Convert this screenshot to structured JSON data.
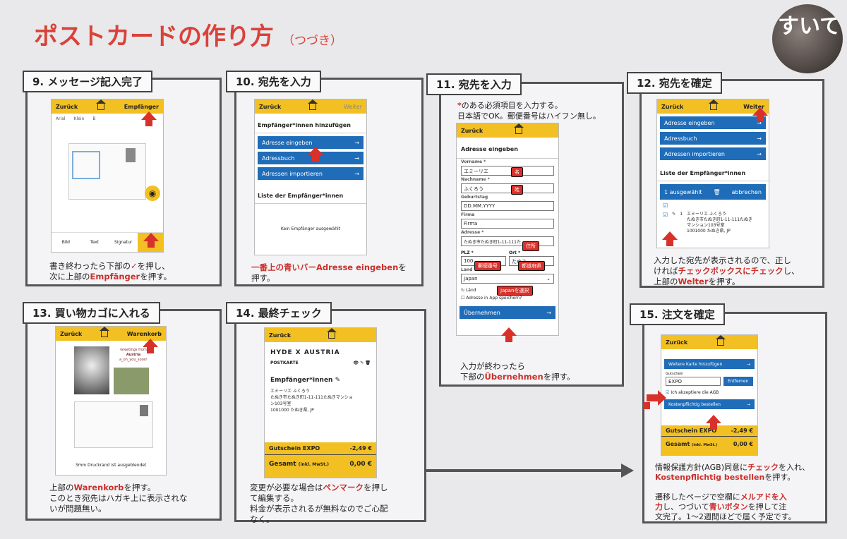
{
  "header": {
    "title": "ポストカードの作り方",
    "subtitle": "（つづき）",
    "logo": "すいてつ"
  },
  "common": {
    "back": "Zurück",
    "weiter": "Weiter",
    "recipient": "Empfänger",
    "cart": "Warenkorb"
  },
  "step9": {
    "tab": "9. メッセージ記入完了",
    "font": "Arial",
    "size": "Klein",
    "tools": [
      "Bild",
      "Text",
      "Signatur"
    ],
    "desc1": "書き終わったら下部の",
    "check": "✓",
    "desc2": "を押し、",
    "desc3": "次に上部の",
    "desc4": "を押す。"
  },
  "step10": {
    "tab": "10. 宛先を入力",
    "heading": "Empfänger*innen hinzufügen",
    "buttons": [
      "Adresse eingeben",
      "Adressbuch",
      "Adressen importieren"
    ],
    "list": "Liste der Empfänger*innen",
    "empty": "Kein Empfänger ausgewählt",
    "desc1": "一番上の青いバーAdresse eingeben",
    "desc2": "を",
    "desc3": "押す。"
  },
  "step11": {
    "tab": "11. 宛先を入力",
    "note1": "*",
    "note2": "のある必須項目を入力する。",
    "note3": "日本語でOK。郵便番号はハイフン無し。",
    "heading": "Adresse eingeben",
    "fields": [
      {
        "label": "Vorname *",
        "value": "エミーリエ",
        "tag": "名"
      },
      {
        "label": "Nachname *",
        "value": "ふくろう",
        "tag": "姓"
      },
      {
        "label": "Geburtstag",
        "value": "DD.MM.YYYY"
      },
      {
        "label": "Firma",
        "value": "Firma"
      },
      {
        "label": "Adresse *",
        "value": "たぬき市たぬき町1-11-111た",
        "tag": "住所"
      }
    ],
    "plz_label": "PLZ *",
    "plz": "100",
    "plz_tag": "郵便番号",
    "ort_label": "Ort *",
    "ort": "たぬき",
    "ort_tag": "都道府県",
    "land_label": "Land *",
    "land": "Japan",
    "land_tag": "Japanを選択",
    "laender": "Länd",
    "save": "Adresse in App speichern?",
    "submit": "Übernehmen",
    "desc1": "入力が終わったら",
    "desc2": "下部の",
    "desc3": "Übernehmen",
    "desc4": "を押す。"
  },
  "step12": {
    "tab": "12. 宛先を確定",
    "buttons": [
      "Adresse eingeben",
      "Adressbuch",
      "Adressen importieren"
    ],
    "list": "Liste der Empfänger*innen",
    "selected": "1 ausgewählt",
    "cancel": "abbrechen",
    "addr": [
      "エミーリエ ふくろう",
      "たぬき市たぬき町1-11-111たぬき",
      "マンション103号室",
      "1001000 たぬき県, JP"
    ],
    "num": "1",
    "desc1": "入力した宛先が表示されるので、正し",
    "desc2": "ければ",
    "desc3": "チェックボックスにチェック",
    "desc4": "し、",
    "desc5": "上部の",
    "desc6": "Welter",
    "desc7": "を押す。"
  },
  "step13": {
    "tab": "13. 買い物カゴに入れる",
    "card_text": [
      "Greetings from",
      "Austria",
      "a_on_you_soon!"
    ],
    "note": "3mm Druckrand ist ausgeblendet",
    "desc1": "上部の",
    "desc2": "を押す。",
    "desc3": "このとき宛先はハガキ上に表示されな",
    "desc4": "いが問題無い。"
  },
  "step14": {
    "tab": "14. 最終チェック",
    "product": "HYDE X AUSTRIA",
    "type": "POSTKARTE",
    "recipients": "Empfänger*innen",
    "addr": [
      "エミーリエ ふくろう",
      "たぬき市たぬき町1-11-111たぬきマンショ",
      "ン103号室",
      "1001000 たぬき県, JP"
    ],
    "voucher": "Gutschein EXPO",
    "voucher_amt": "-2,49 €",
    "total": "Gesamt",
    "total_note": "(inkl. MwSt.)",
    "total_amt": "0,00 €",
    "desc1": "変更が必要な場合は",
    "desc2": "ペンマーク",
    "desc3": "を押し",
    "desc4": "て編集する。",
    "desc5": "料金が表示されるが無料なのでご心配",
    "desc6": "なく。"
  },
  "step15": {
    "tab": "15. 注文を確定",
    "more": "Weitere Karte hinzufügen",
    "gutschein": "Gutschein",
    "code": "EXPO",
    "remove": "Entfernen",
    "agb": "Ich akzeptiere die AGB",
    "order": "Kostenpflichtig bestellen",
    "voucher": "Gutschein EXPO",
    "voucher_amt": "-2,49 €",
    "total": "Gesamt",
    "total_note": "(inkl. MwSt.)",
    "total_amt": "0,00 €",
    "desc1": "情報保護方針(AGB)同意に",
    "desc2": "チェック",
    "desc3": "を入れ、",
    "desc4": "Kostenpflichtig bestellen",
    "desc5": "を押す。",
    "desc6": "遷移したページで空欄に",
    "desc7": "メルアドを入",
    "desc8": "力",
    "desc9": "し、つづいて",
    "desc10": "青いボタン",
    "desc11": "を押して注",
    "desc12": "文完了。1〜2週間ほどで届く予定です。"
  }
}
